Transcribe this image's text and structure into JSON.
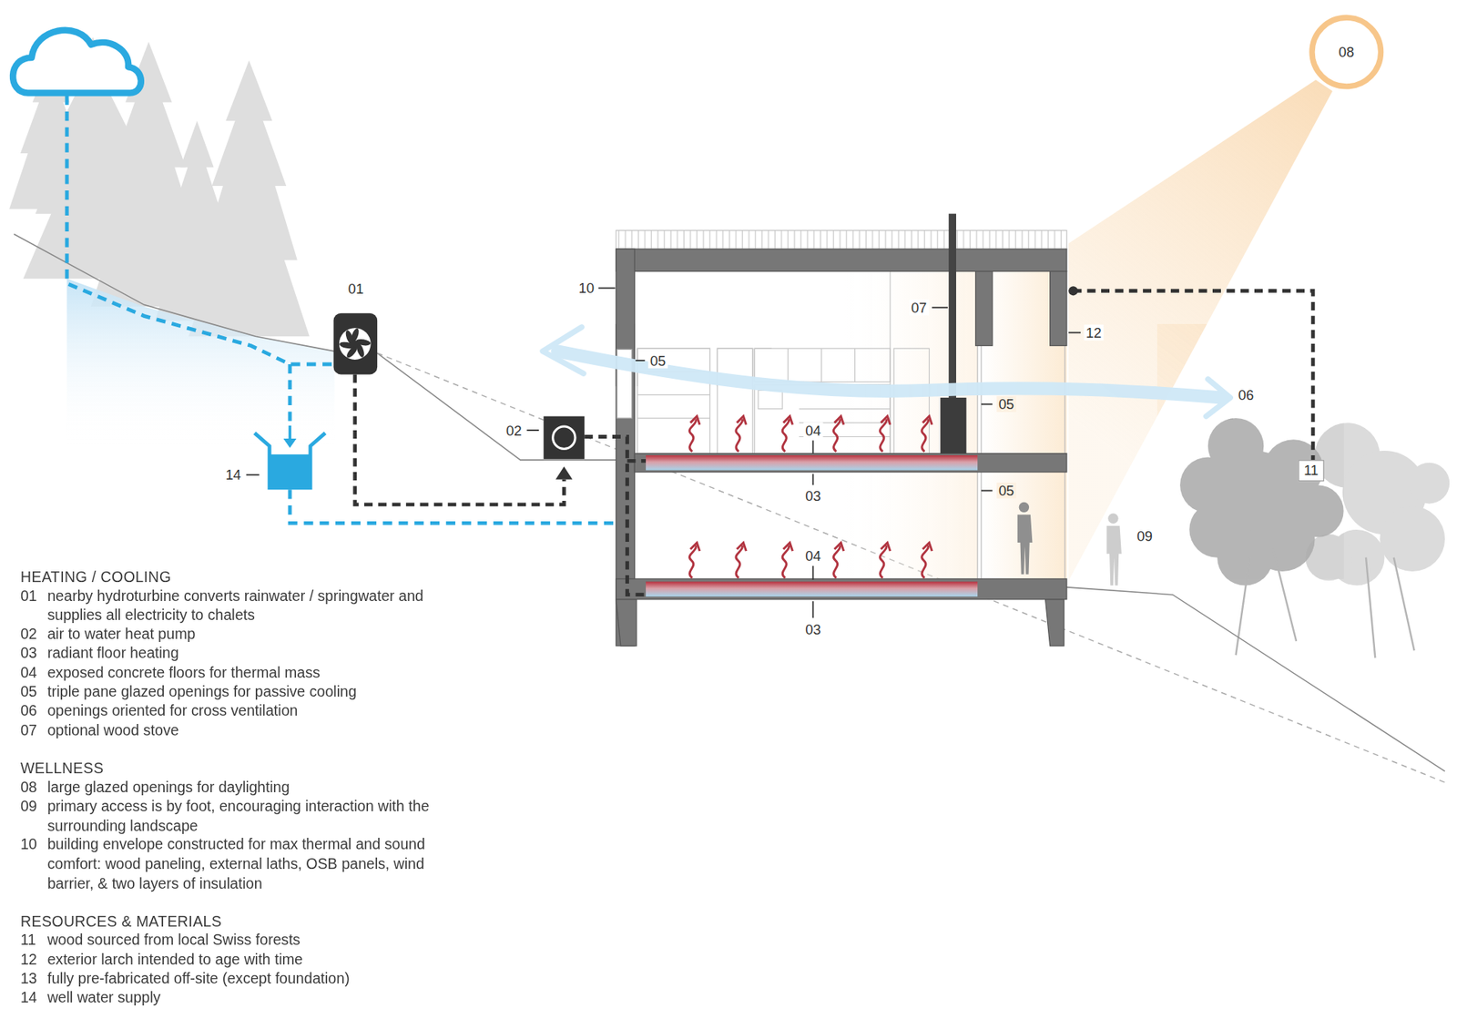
{
  "diagram": {
    "nodes": [
      {
        "text": [
          "08"
        ]
      },
      {
        "text": [
          "11"
        ]
      }
    ],
    "labels": [
      "01",
      "14",
      "02",
      "10",
      "05",
      "07",
      "12",
      "06",
      "05",
      "04",
      "03",
      "05",
      "04",
      "03",
      "09",
      "HEATING / COOLING",
      "01",
      "nearby hydroturbine converts rainwater / springwater and supplies all electricity to chalets",
      "02",
      "air to water heat pump",
      "03",
      "radiant floor heating",
      "04",
      "exposed concrete floors for thermal mass",
      "05",
      "triple pane glazed openings for passive cooling",
      "06",
      "openings oriented for cross ventilation",
      "07",
      "optional wood stove",
      "WELLNESS",
      "08",
      "large glazed openings for daylighting",
      "09",
      "primary access is by foot, encouraging interaction with the surrounding landscape",
      "10",
      "building envelope constructed for max thermal and sound comfort: wood paneling, external laths, OSB panels, wind barrier, & two layers of insulation",
      "RESOURCES & MATERIALS",
      "11",
      "wood sourced from local Swiss forests",
      "12",
      "exterior larch intended to age with time",
      "13",
      "fully pre-fabricated off-site (except foundation)",
      "14",
      "well water supply"
    ]
  }
}
